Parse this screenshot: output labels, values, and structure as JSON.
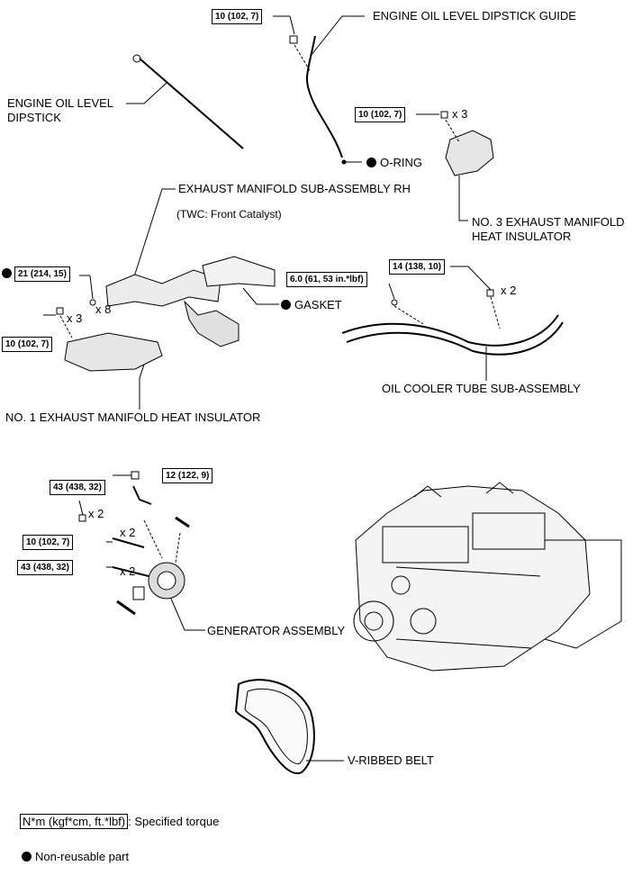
{
  "labels": {
    "dipstick_guide": "ENGINE OIL LEVEL DIPSTICK GUIDE",
    "dipstick_line1": "ENGINE OIL LEVEL",
    "dipstick_line2": "DIPSTICK",
    "o_ring": "O-RING",
    "no3_line1": "NO. 3 EXHAUST MANIFOLD",
    "no3_line2": "HEAT INSULATOR",
    "manifold_rh": "EXHAUST MANIFOLD SUB-ASSEMBLY RH",
    "twc": "(TWC: Front Catalyst)",
    "gasket": "GASKET",
    "no1_insulator": "NO. 1 EXHAUST MANIFOLD HEAT INSULATOR",
    "oil_cooler": "OIL COOLER TUBE SUB-ASSEMBLY",
    "generator": "GENERATOR ASSEMBLY",
    "v_belt": "V-RIBBED BELT"
  },
  "torques": {
    "t_guide": "10 (102, 7)",
    "t_no3": "10 (102, 7)",
    "t_manifold": "21 (214, 15)",
    "t_no1": "10 (102, 7)",
    "t_cooler_a": "6.0 (61, 53 in.*lbf)",
    "t_cooler_b": "14 (138, 10)",
    "t_gen_a": "12 (122, 9)",
    "t_gen_b": "43 (438, 32)",
    "t_gen_c": "10 (102, 7)",
    "t_gen_d": "43 (438, 32)"
  },
  "quantities": {
    "q_no3": "x 3",
    "q_manifold": "x 8",
    "q_no1": "x 3",
    "q_cooler": "x 2",
    "q_gen_b": "x 2",
    "q_gen_c": "x 2",
    "q_gen_d": "x 2"
  },
  "legend": {
    "torque_unit": "N*m (kgf*cm, ft.*lbf)",
    "torque_desc": ": Specified torque",
    "nonreusable": "Non-reusable part"
  }
}
